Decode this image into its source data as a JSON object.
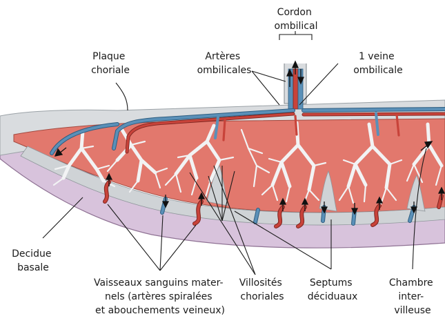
{
  "labels": {
    "cordon": [
      "Cordon",
      "ombilical"
    ],
    "plaque": [
      "Plaque",
      "choriale"
    ],
    "arteres": [
      "Artères",
      "ombilicales"
    ],
    "veine": [
      "1 veine",
      "ombilicale"
    ],
    "decidue": [
      "Decidue",
      "basale"
    ],
    "vaisseaux": [
      "Vaisseaux sanguins mater-",
      "nels (artères spiralées",
      "et abouchements veineux)"
    ],
    "villosites": [
      "Villosités",
      "choriales"
    ],
    "septums": [
      "Septums",
      "déciduaux"
    ],
    "chambre": [
      "Chambre",
      "inter-",
      "villeuse"
    ]
  },
  "colors": {
    "artery": "#c8433a",
    "vein": "#5a90b8",
    "tissue": "#e2786d",
    "villi": "#f2f3f4",
    "decidua": "#d8c3dc",
    "chorion_grey": "#cfd3d6"
  }
}
